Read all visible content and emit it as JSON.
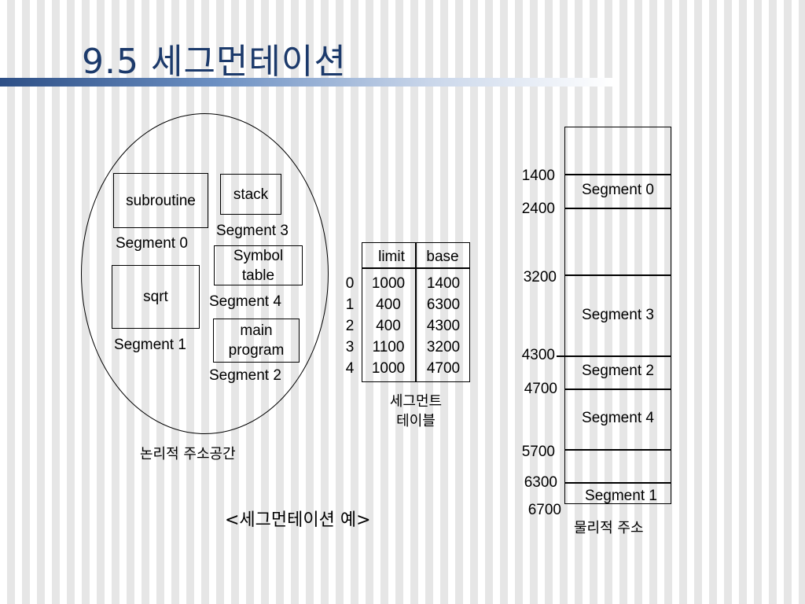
{
  "slide": {
    "title": "9.5 세그먼테이션"
  },
  "logical_space": {
    "caption": "논리적 주소공간",
    "boxes": {
      "subroutine": "subroutine",
      "stack": "stack",
      "symbol_table_line1": "Symbol",
      "symbol_table_line2": "table",
      "sqrt": "sqrt",
      "main_program_line1": "main",
      "main_program_line2": "program"
    },
    "labels": {
      "seg0": "Segment 0",
      "seg3": "Segment 3",
      "seg4": "Segment 4",
      "seg1": "Segment 1",
      "seg2": "Segment 2"
    }
  },
  "segment_table": {
    "caption_line1": "세그먼트",
    "caption_line2": "테이블",
    "headers": {
      "limit": "limit",
      "base": "base"
    },
    "rows": [
      {
        "index": "0",
        "limit": "1000",
        "base": "1400"
      },
      {
        "index": "1",
        "limit": "400",
        "base": "6300"
      },
      {
        "index": "2",
        "limit": "400",
        "base": "4300"
      },
      {
        "index": "3",
        "limit": "1100",
        "base": "3200"
      },
      {
        "index": "4",
        "limit": "1000",
        "base": "4700"
      }
    ]
  },
  "physical_memory": {
    "caption": "물리적 주소",
    "addresses": [
      "1400",
      "2400",
      "3200",
      "4300",
      "4700",
      "5700",
      "6300",
      "6700"
    ],
    "segments": {
      "seg0": "Segment 0",
      "seg3": "Segment 3",
      "seg2": "Segment 2",
      "seg4": "Segment 4",
      "seg1": "Segment 1"
    }
  },
  "example_caption": "<세그먼테이션 예>"
}
